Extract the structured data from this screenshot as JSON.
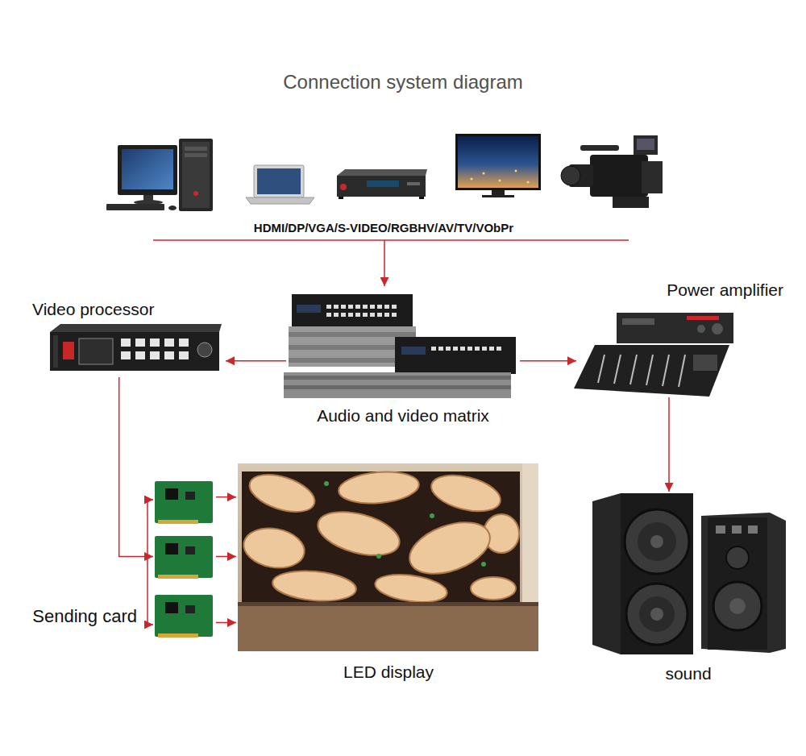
{
  "diagram": {
    "title": "Connection system diagram",
    "nodes": [
      {
        "text": [
          "Video processor"
        ]
      },
      {
        "text": [
          "Audio and video matrix"
        ]
      },
      {
        "text": [
          "Power amplifier"
        ]
      },
      {
        "text": [
          "Sending card"
        ]
      },
      {
        "text": [
          "LED display"
        ]
      },
      {
        "text": [
          "sound"
        ]
      }
    ],
    "edges": [
      {
        "from": 1,
        "to": 0,
        "arrow": "to"
      },
      {
        "from": 1,
        "to": 2,
        "arrow": "to"
      },
      {
        "from": 0,
        "to": 3,
        "arrow": "to"
      },
      {
        "from": 3,
        "to": 4,
        "arrow": "to"
      },
      {
        "from": 3,
        "to": 4,
        "arrow": "to"
      },
      {
        "from": 3,
        "to": 4,
        "arrow": "to"
      },
      {
        "from": 2,
        "to": 5,
        "arrow": "to"
      }
    ],
    "labels": [
      "HDMI/DP/VGA/S-VIDEO/RGBHV/AV/TV/VObPr"
    ]
  }
}
